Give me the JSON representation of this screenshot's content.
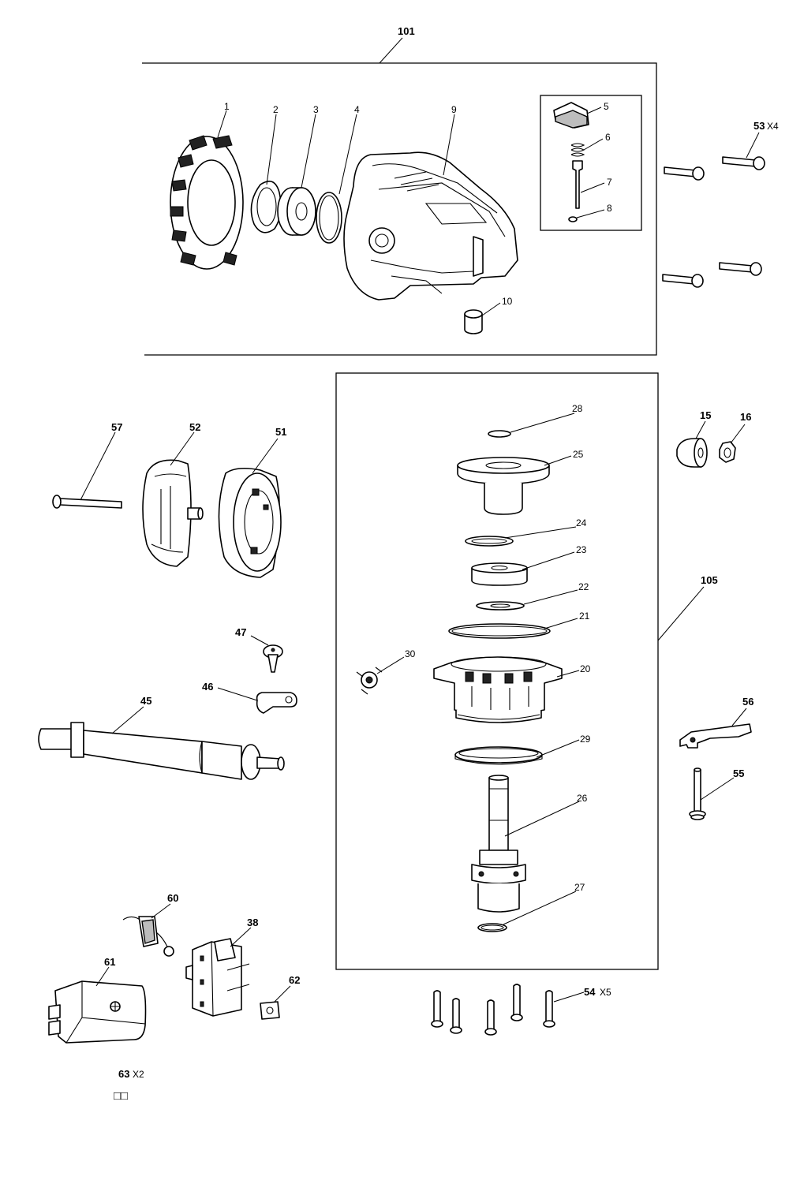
{
  "diagram": {
    "labels": {
      "p101": "101",
      "p1": "1",
      "p2": "2",
      "p3": "3",
      "p4": "4",
      "p9": "9",
      "p5": "5",
      "p6": "6",
      "p7": "7",
      "p8": "8",
      "p10": "10",
      "p53": "53",
      "p53_qty": "X4",
      "p57": "57",
      "p52": "52",
      "p51": "51",
      "p28": "28",
      "p25": "25",
      "p24": "24",
      "p23": "23",
      "p22": "22",
      "p21": "21",
      "p30": "30",
      "p20": "20",
      "p29": "29",
      "p26": "26",
      "p27": "27",
      "p105": "105",
      "p15": "15",
      "p16": "16",
      "p56": "56",
      "p55": "55",
      "p47": "47",
      "p46": "46",
      "p45": "45",
      "p60": "60",
      "p38": "38",
      "p61": "61",
      "p62": "62",
      "p54": "54",
      "p54_qty": "X5",
      "p63": "63",
      "p63_qty": "X2",
      "p63_glyph": "□□"
    }
  }
}
